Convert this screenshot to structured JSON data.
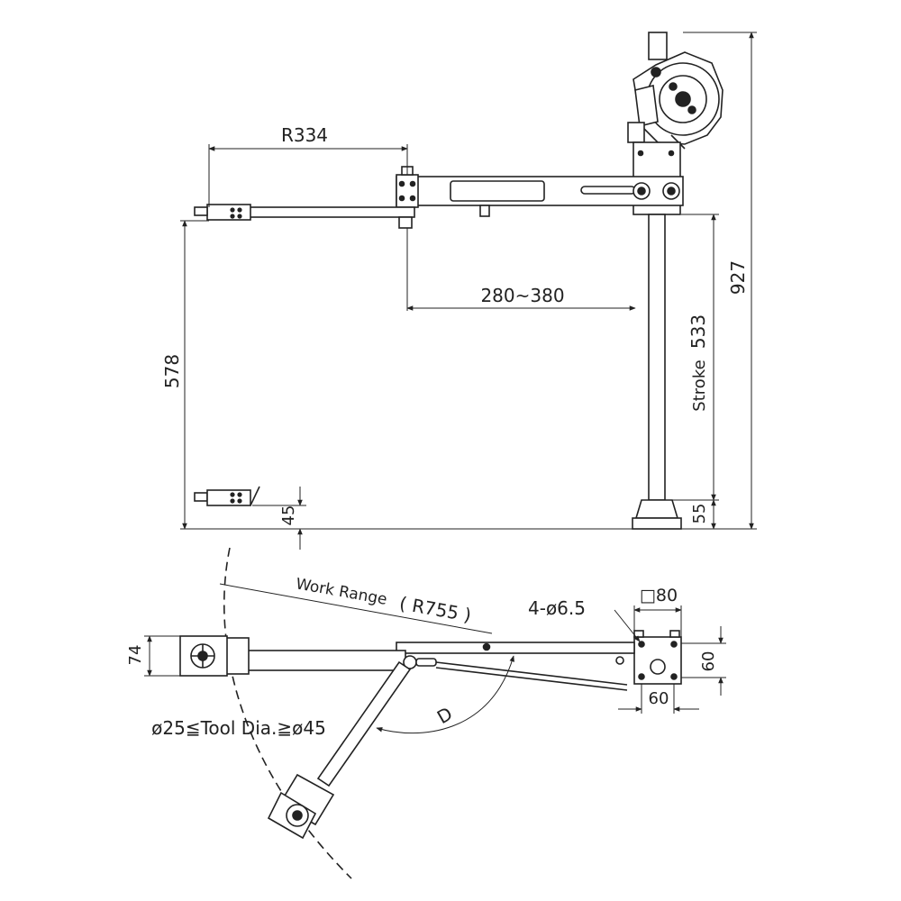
{
  "dimensions": {
    "r334": "R334",
    "reach": "280~380",
    "height_578": "578",
    "height_927": "927",
    "stroke_label": "Stroke",
    "stroke_value": "533",
    "base_55": "55",
    "bottom_45": "45",
    "work_range_label": "Work Range",
    "work_range_value": "( R755 )",
    "holes": "4-ø6.5",
    "square": "□80",
    "side_60_right": "60",
    "side_60_bottom": "60",
    "width_74": "74",
    "angle_label": "D",
    "tool_dia": "ø25≦Tool Dia.≧ø45"
  }
}
